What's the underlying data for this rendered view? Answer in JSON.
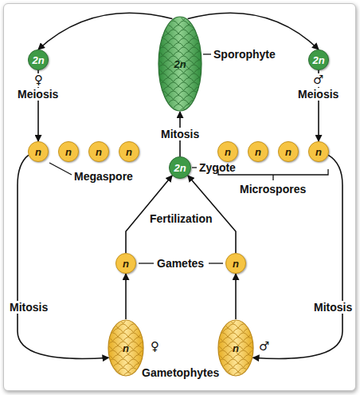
{
  "diagram": {
    "nodes": [
      {
        "text": [
          "2n",
          "Sporophyte"
        ]
      },
      {
        "text": [
          "2n"
        ]
      },
      {
        "text": [
          "2n"
        ]
      },
      {
        "text": [
          "n"
        ]
      },
      {
        "text": [
          "n"
        ]
      },
      {
        "text": [
          "n"
        ]
      },
      {
        "text": [
          "n"
        ]
      },
      {
        "text": [
          "n"
        ]
      },
      {
        "text": [
          "n"
        ]
      },
      {
        "text": [
          "n"
        ]
      },
      {
        "text": [
          "n"
        ]
      },
      {
        "text": [
          "2n",
          "Zygote"
        ]
      },
      {
        "text": [
          "n"
        ]
      },
      {
        "text": [
          "n"
        ]
      },
      {
        "text": [
          "n"
        ]
      },
      {
        "text": [
          "n"
        ]
      }
    ],
    "edges": [
      {
        "from": 0,
        "to": 1,
        "arrow": "to"
      },
      {
        "from": 0,
        "to": 2,
        "arrow": "to"
      },
      {
        "from": 1,
        "to": 3,
        "label": "Meiosis",
        "arrow": "to"
      },
      {
        "from": 2,
        "to": 10,
        "label": "Meiosis",
        "arrow": "to"
      },
      {
        "from": 11,
        "to": 0,
        "label": "Mitosis",
        "arrow": "to"
      },
      {
        "from": 12,
        "to": 11,
        "arrow": "to"
      },
      {
        "from": 13,
        "to": 11,
        "arrow": "to"
      },
      {
        "from": 14,
        "to": 12,
        "arrow": "to"
      },
      {
        "from": 15,
        "to": 13,
        "arrow": "to"
      },
      {
        "from": 3,
        "to": 14,
        "label": "Mitosis",
        "arrow": "to"
      },
      {
        "from": 10,
        "to": 15,
        "label": "Mitosis",
        "arrow": "to"
      }
    ],
    "labels": [
      "♀",
      "♂",
      "Megaspore",
      "Microspores",
      "Fertilization",
      "Gametes",
      "Gametophytes",
      "♀",
      "♂"
    ]
  }
}
